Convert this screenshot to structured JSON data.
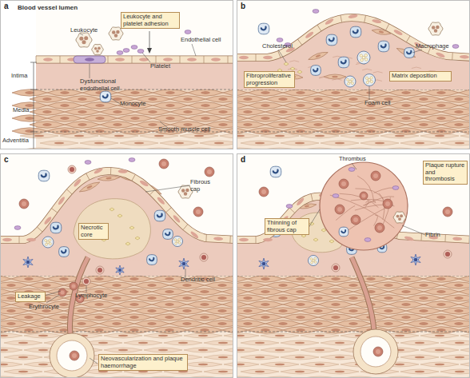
{
  "diagram": {
    "nodes": [
      {
        "text": [
          "a"
        ]
      },
      {
        "text": [
          "Leukocyte and platelet adhesion"
        ],
        "in": 0
      },
      {
        "text": [
          "b"
        ]
      },
      {
        "text": [
          "Fibroproliferative progression"
        ],
        "in": 2
      },
      {
        "text": [
          "Matrix deposition"
        ],
        "in": 2
      },
      {
        "text": [
          "c"
        ]
      },
      {
        "text": [
          "Necrotic core"
        ],
        "in": 5
      },
      {
        "text": [
          "Leakage"
        ],
        "in": 5
      },
      {
        "text": [
          "Neovascularization and plaque haemorrhage"
        ],
        "in": 5
      },
      {
        "text": [
          "d"
        ]
      },
      {
        "text": [
          "Thinning of fibrous cap"
        ],
        "in": 9
      },
      {
        "text": [
          "Plaque rupture and thrombosis"
        ],
        "in": 9
      }
    ],
    "labels": [
      "Blood vessel lumen",
      "Leukocyte",
      "Endothelial cell",
      "Platelet",
      "Intima",
      "Dysfunctional endothelial cell",
      "Monocyte",
      "Media",
      "Adventitia",
      "Smooth muscle cell",
      "Cholesterol",
      "Macrophage",
      "Foam cell",
      "Fibrous cap",
      "Dendritic cell",
      "Lymphocyte",
      "Erythrocyte",
      "Thrombus",
      "Fibrin"
    ]
  }
}
